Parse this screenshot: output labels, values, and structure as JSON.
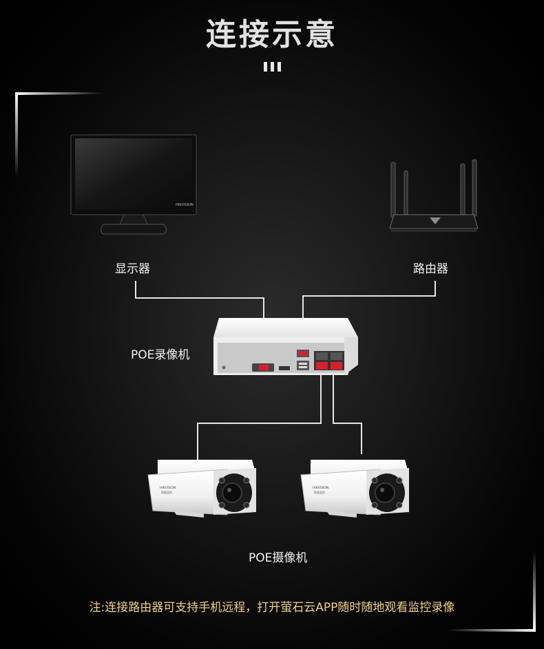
{
  "page": {
    "title": "连接示意",
    "note": "注:连接路由器可支持手机远程，打开萤石云APP随时随地观看监控录像"
  },
  "nodes": {
    "monitor": {
      "label": "显示器",
      "brand": "HIKVISION"
    },
    "router": {
      "label": "路由器"
    },
    "nvr": {
      "label": "POE录像机"
    },
    "cameras": {
      "label": "POE摄像机",
      "brand": "HIKVISION",
      "brand_sub": "智能监控",
      "count": 2
    }
  },
  "colors": {
    "background": "#000000",
    "wire": "#e6e6e6",
    "port_red": "#d8202a",
    "note_text": "#f2cf8a",
    "device_white": "#f2f2f2"
  }
}
